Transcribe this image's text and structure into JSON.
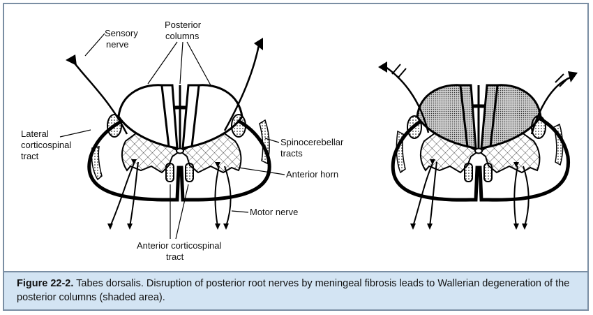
{
  "labels": {
    "sensory_nerve": [
      "Sensory",
      "nerve"
    ],
    "posterior_columns": [
      "Posterior",
      "columns"
    ],
    "lateral_corticospinal_tract": [
      "Lateral",
      "corticospinal",
      "tract"
    ],
    "spinocerebellar_tracts": [
      "Spinocerebellar",
      "tracts"
    ],
    "anterior_horn": "Anterior horn",
    "motor_nerve": "Motor nerve",
    "anterior_corticospinal_tract": [
      "Anterior corticospinal",
      "tract"
    ]
  },
  "caption": {
    "figure_number": "Figure 22-2.",
    "text": " Tabes dorsalis. Disruption of posterior root nerves by meningeal fibrosis leads to Wallerian degeneration of the posterior columns (shaded area)."
  },
  "colors": {
    "frame_border": "#7a8ea3",
    "caption_background": "#d3e4f3",
    "line": "#000000"
  }
}
